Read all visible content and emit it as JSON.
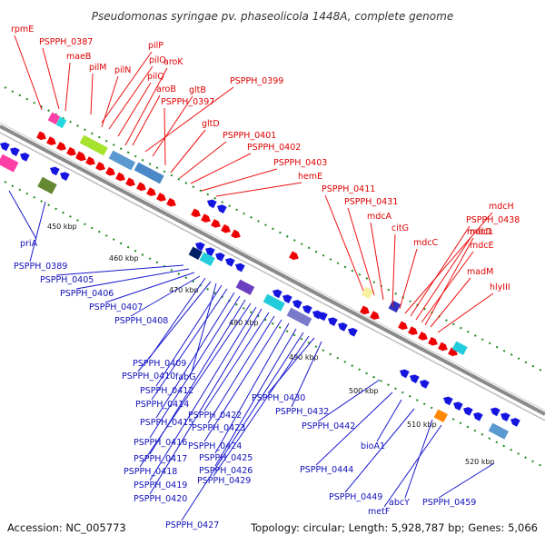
{
  "title": "Pseudomonas syringae pv. phaseolicola 1448A, complete genome",
  "footer": {
    "accession": "Accession: NC_005773",
    "stats": "Topology: circular; Length: 5,928,787 bp; Genes: 5,066"
  },
  "kbp_ticks": [
    "450 kbp",
    "460 kbp",
    "470 kbp",
    "480 kbp",
    "490 kbp",
    "500 kbp",
    "510 kbp",
    "520 kbp"
  ],
  "forward_genes": [
    "rpmE",
    "PSPPH_0387",
    "maeB",
    "pilM",
    "pilN",
    "pilP",
    "pilO",
    "pilQ",
    "aroK",
    "aroB",
    "PSPPH_0399",
    "gltB",
    "PSPPH_0397",
    "gltD",
    "PSPPH_0401",
    "PSPPH_0402",
    "PSPPH_0403",
    "hemE",
    "PSPPH_0411",
    "PSPPH_0431",
    "mdcA",
    "citG",
    "mdcC",
    "mdcH",
    "PSPPH_0438",
    "mdcD",
    "mdcE",
    "mdcL",
    "madM",
    "hlyIII"
  ],
  "reverse_genes": [
    "priA",
    "PSPPH_0389",
    "PSPPH_0405",
    "PSPPH_0406",
    "PSPPH_0407",
    "PSPPH_0408",
    "PSPPH_0409",
    "PSPPH_0410",
    "fabG",
    "PSPPH_0412",
    "PSPPH_0414",
    "PSPPH_0415",
    "PSPPH_0416",
    "PSPPH_0417",
    "PSPPH_0418",
    "PSPPH_0419",
    "PSPPH_0420",
    "PSPPH_0422",
    "PSPPH_0423",
    "PSPPH_0424",
    "PSPPH_0425",
    "PSPPH_0426",
    "PSPPH_0427",
    "PSPPH_0429",
    "PSPPH_0430",
    "PSPPH_0432",
    "PSPPH_0442",
    "PSPPH_0444",
    "bioA1",
    "PSPPH_0449",
    "abcY",
    "metF",
    "PSPPH_0459"
  ],
  "colors": {
    "forward_label": "#dd0000",
    "reverse_label": "#1010b8",
    "forward_gene": "#ee0000",
    "reverse_gene": "#1515e0",
    "backbone": "#888888",
    "tick_dots": "#118811"
  }
}
